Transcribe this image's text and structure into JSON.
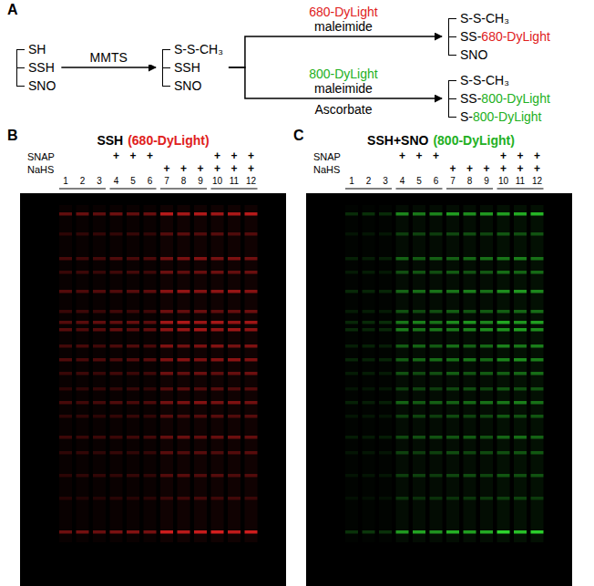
{
  "diagram": {
    "nodes": [
      {
        "text": [
          "SH",
          "SSH",
          "SNO"
        ]
      },
      {
        "text": [
          "S-S-CH₃",
          "SSH",
          "SNO"
        ]
      },
      {
        "text": [
          "S-S-CH₃",
          "SS-",
          "680-DyLight",
          "SNO"
        ]
      },
      {
        "text": [
          "S-S-CH₃",
          "SS-",
          "800-DyLight",
          "S-",
          "800-DyLight"
        ]
      }
    ],
    "edges": [
      {
        "from": 0,
        "to": 1,
        "arrow": "to",
        "label": "MMTS"
      },
      {
        "from": 1,
        "to": 2,
        "arrow": "to",
        "label": "680-DyLight maleimide"
      },
      {
        "from": 1,
        "to": 3,
        "arrow": "to",
        "label": "800-DyLight maleimide"
      }
    ],
    "labels": [
      "A",
      "Ascorbate",
      "B",
      "SSH",
      "(680-DyLight)",
      "SNAP",
      "NaHS",
      "+",
      "+",
      "+",
      "+",
      "+",
      "+",
      "+",
      "+",
      "+",
      "+",
      "+",
      "+",
      "1",
      "2",
      "3",
      "4",
      "5",
      "6",
      "7",
      "8",
      "9",
      "10",
      "11",
      "12",
      "C",
      "SSH+SNO",
      "(800-DyLight)",
      "SNAP",
      "NaHS",
      "+",
      "+",
      "+",
      "+",
      "+",
      "+",
      "+",
      "+",
      "+",
      "+",
      "+",
      "+",
      "1",
      "2",
      "3",
      "4",
      "5",
      "6",
      "7",
      "8",
      "9",
      "10",
      "11",
      "12"
    ]
  }
}
